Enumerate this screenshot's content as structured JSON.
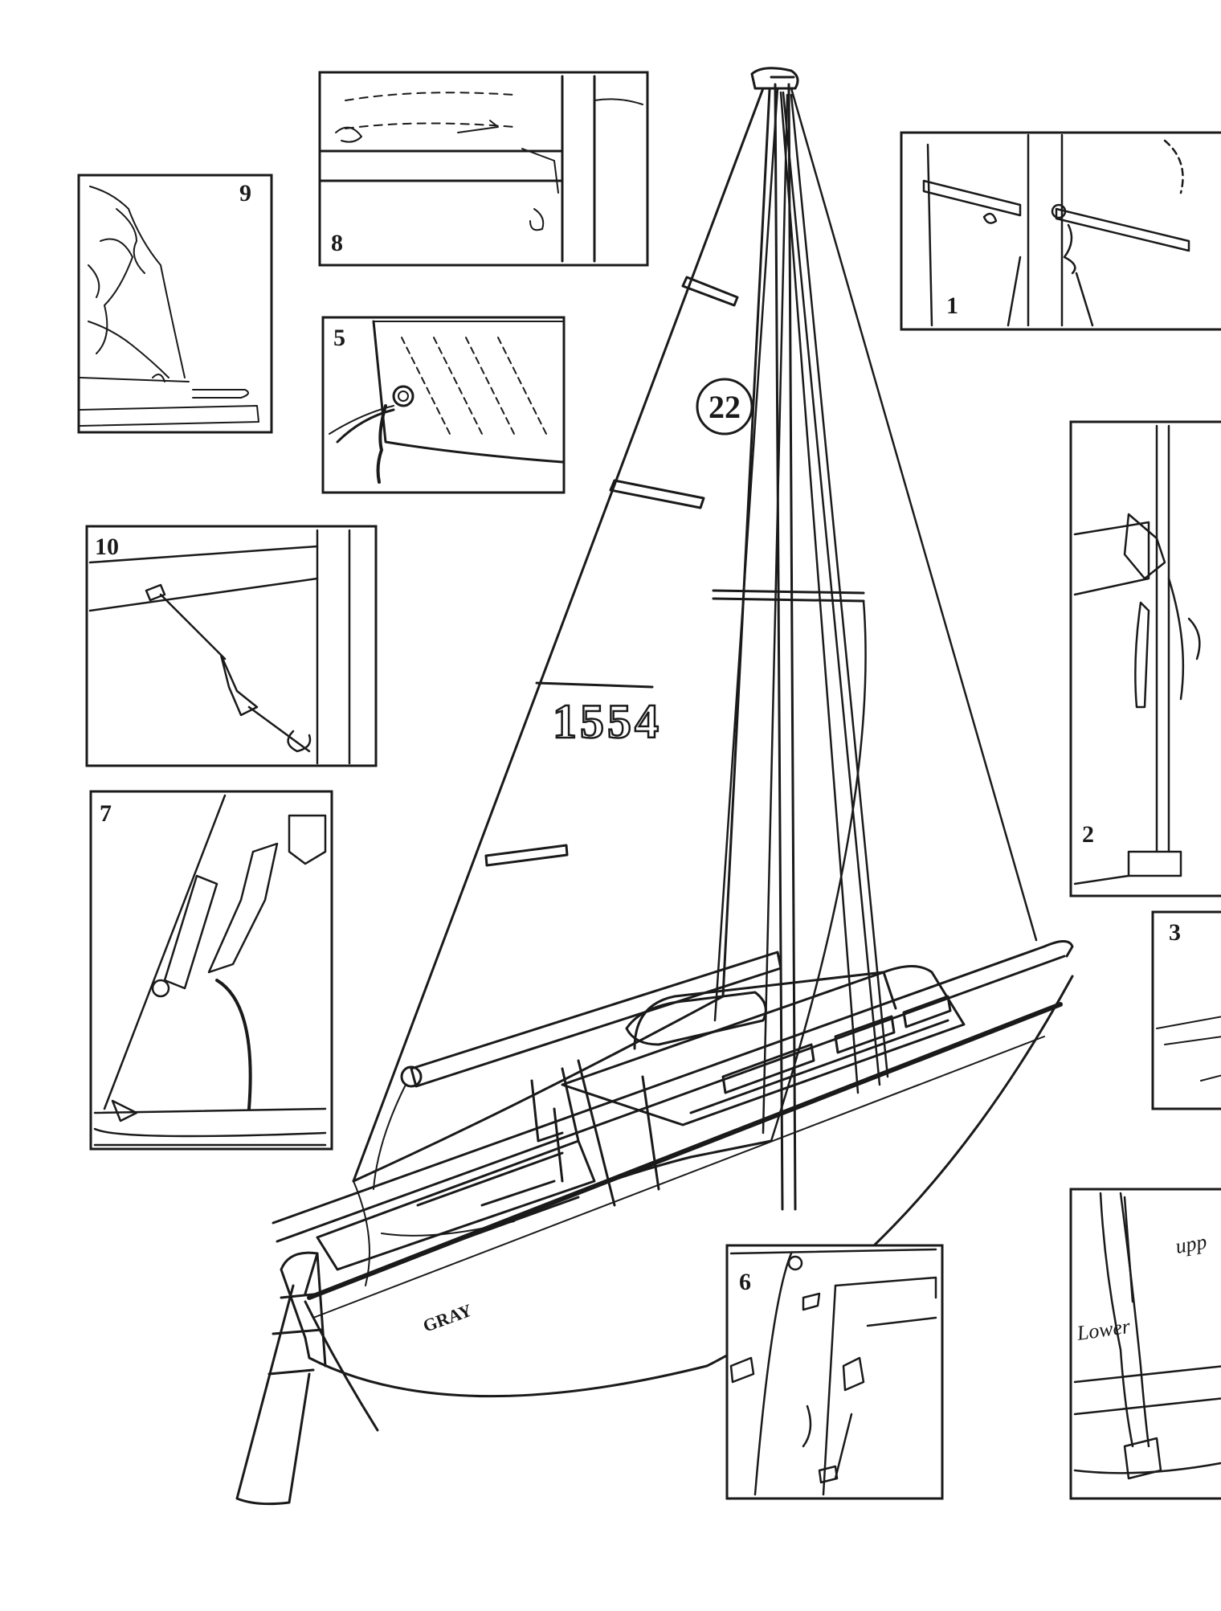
{
  "sail_number": "1554",
  "class_number": "22",
  "hull_name": "GRAY",
  "panels": [
    {
      "id": "panel-1",
      "number": "1"
    },
    {
      "id": "panel-2",
      "number": "2"
    },
    {
      "id": "panel-3",
      "number": "3"
    },
    {
      "id": "panel-5",
      "number": "5"
    },
    {
      "id": "panel-6",
      "number": "6"
    },
    {
      "id": "panel-7",
      "number": "7"
    },
    {
      "id": "panel-8",
      "number": "8"
    },
    {
      "id": "panel-9",
      "number": "9"
    },
    {
      "id": "panel-10",
      "number": "10"
    }
  ],
  "annotations": {
    "lower": "Lower",
    "upper": "upp"
  },
  "colors": {
    "ink": "#1a1a1a",
    "paper": "#ffffff"
  }
}
